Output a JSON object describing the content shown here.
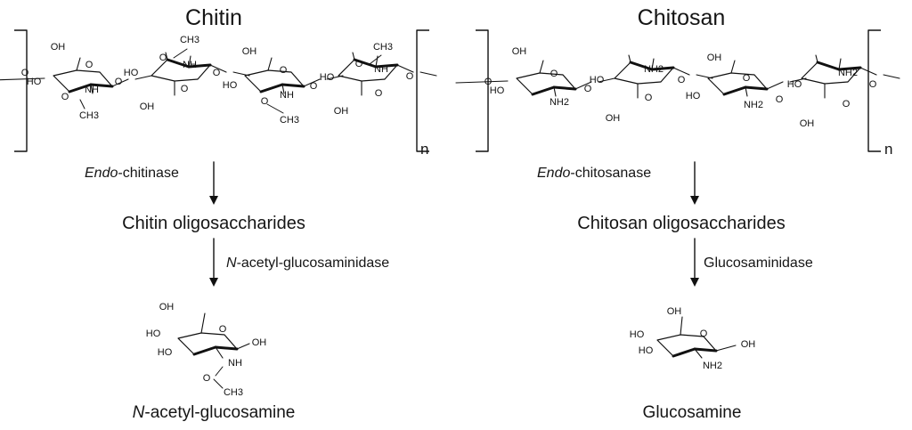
{
  "chitin": {
    "title": "Chitin",
    "repeat": "n",
    "enzyme1_prefix": "Endo",
    "enzyme1_suffix": "-chitinase",
    "intermediate": "Chitin oligosaccharides",
    "enzyme2_prefix": "N",
    "enzyme2_suffix": "-acetyl-glucosaminidase",
    "product_prefix": "N",
    "product_suffix": "-acetyl-glucosamine",
    "chain_labels": [
      "OH",
      "O",
      "O",
      "HO",
      "NH",
      "O",
      "CH3",
      "O",
      "CH3",
      "O",
      "NH",
      "HO",
      "O",
      "OH",
      "O",
      "OH",
      "O",
      "HO",
      "NH",
      "O",
      "CH3",
      "O",
      "CH3",
      "O",
      "NH",
      "HO",
      "O",
      "OH",
      "O"
    ],
    "monomer_labels": [
      "OH",
      "HO",
      "O",
      "OH",
      "HO",
      "NH",
      "O",
      "CH3"
    ]
  },
  "chitosan": {
    "title": "Chitosan",
    "repeat": "n",
    "enzyme1_prefix": "Endo",
    "enzyme1_suffix": "-chitosanase",
    "intermediate": "Chitosan oligosaccharides",
    "enzyme2": "Glucosaminidase",
    "product": "Glucosamine",
    "chain_labels": [
      "OH",
      "O",
      "O",
      "HO",
      "NH2",
      "O",
      "NH2",
      "HO",
      "O",
      "OH",
      "O",
      "OH",
      "O",
      "HO",
      "NH2",
      "O",
      "NH2",
      "HO",
      "O",
      "OH",
      "O"
    ],
    "monomer_labels": [
      "OH",
      "HO",
      "O",
      "OH",
      "HO",
      "NH2"
    ]
  }
}
